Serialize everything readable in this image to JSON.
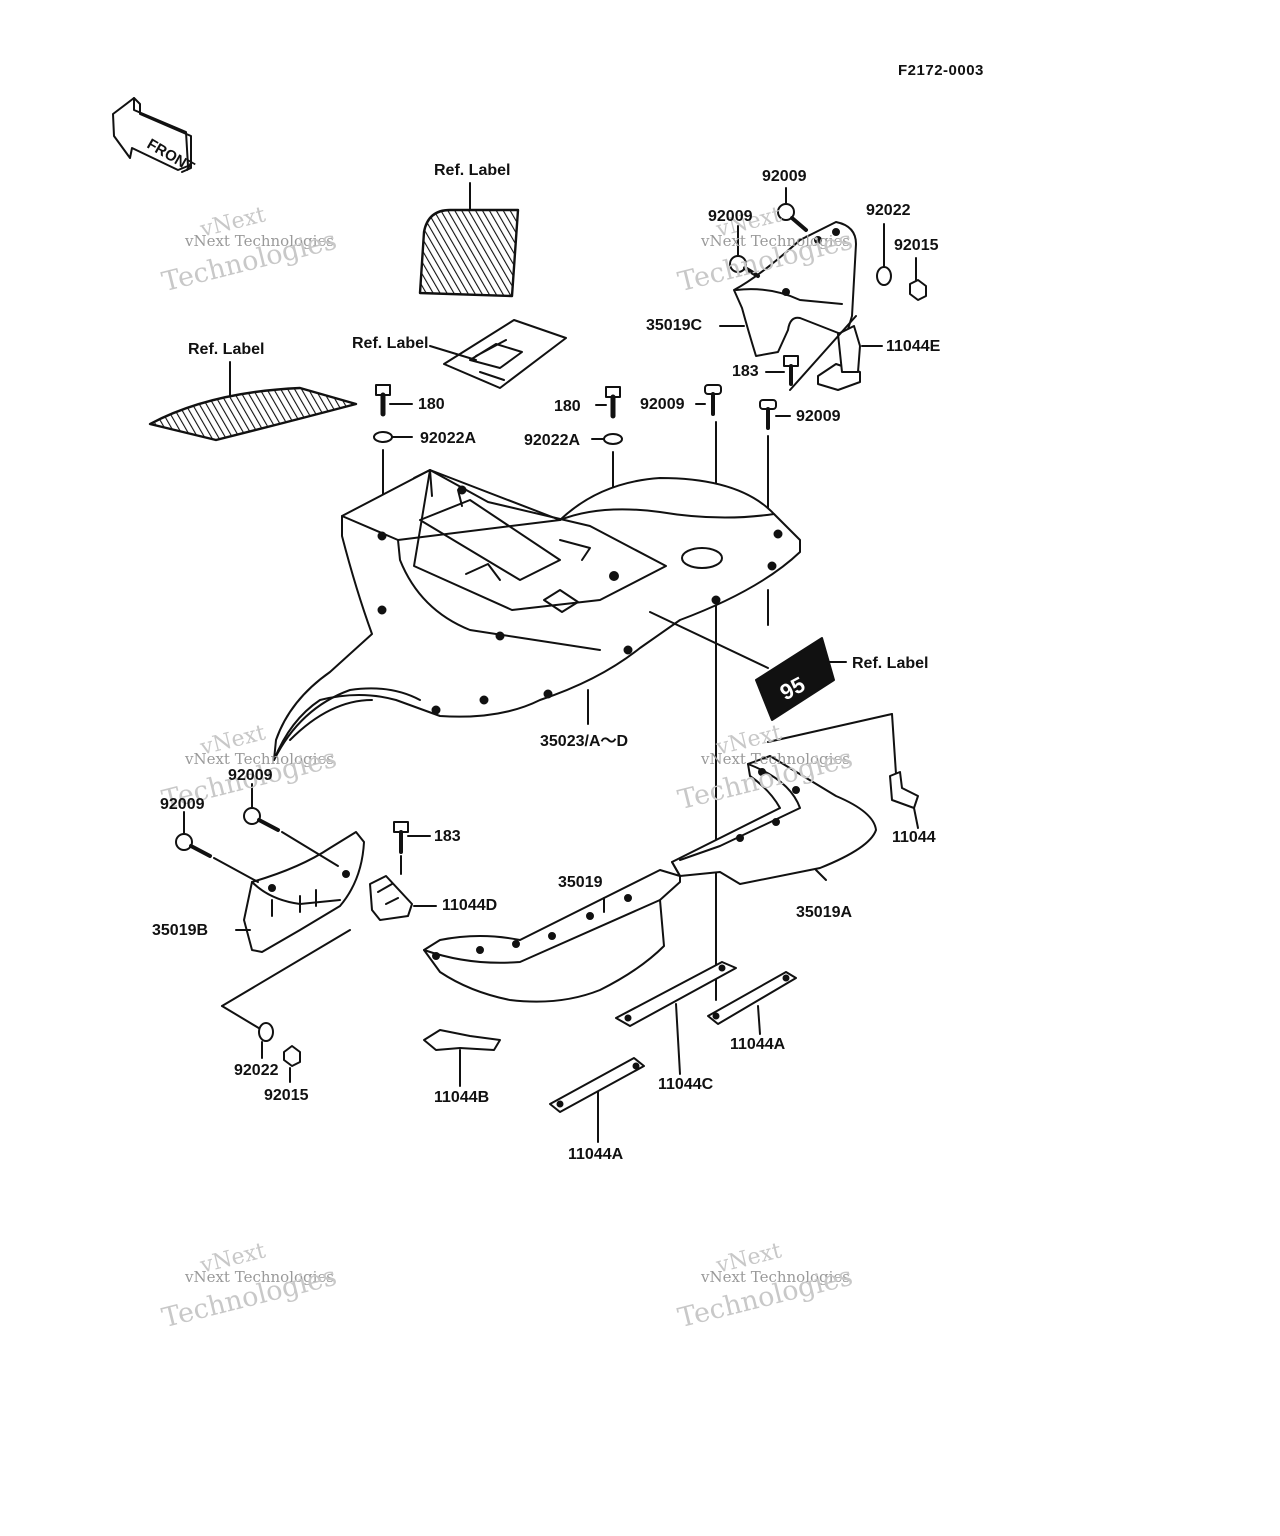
{
  "drawing_code": "F2172-0003",
  "front_arrow_text": "FRONT",
  "watermark": {
    "line1": "vNext",
    "line2": "vNext Technologies",
    "line3": "Technologies"
  },
  "labels": {
    "ref_label_top": "Ref. Label",
    "ref_label_left": "Ref. Label",
    "ref_label_mid": "Ref. Label",
    "ref_label_right": "Ref. Label",
    "p92009_a": "92009",
    "p92009_b": "92009",
    "p92022_top": "92022",
    "p92015_top": "92015",
    "p35019C": "35019C",
    "p11044E": "11044E",
    "p183_top": "183",
    "p180_left": "180",
    "p92022A_left": "92022A",
    "p180_mid": "180",
    "p92022A_mid": "92022A",
    "p92009_c": "92009",
    "p92009_d": "92009",
    "p35023": "35023/A～D",
    "p92009_e": "92009",
    "p92009_f": "92009",
    "p183_low": "183",
    "p11044D": "11044D",
    "p35019B": "35019B",
    "p35019": "35019",
    "p35019A": "35019A",
    "p11044": "11044",
    "p92022_low": "92022",
    "p92015_low": "92015",
    "p11044B": "11044B",
    "p11044C": "11044C",
    "p11044A_right": "11044A",
    "p11044A_low": "11044A"
  }
}
